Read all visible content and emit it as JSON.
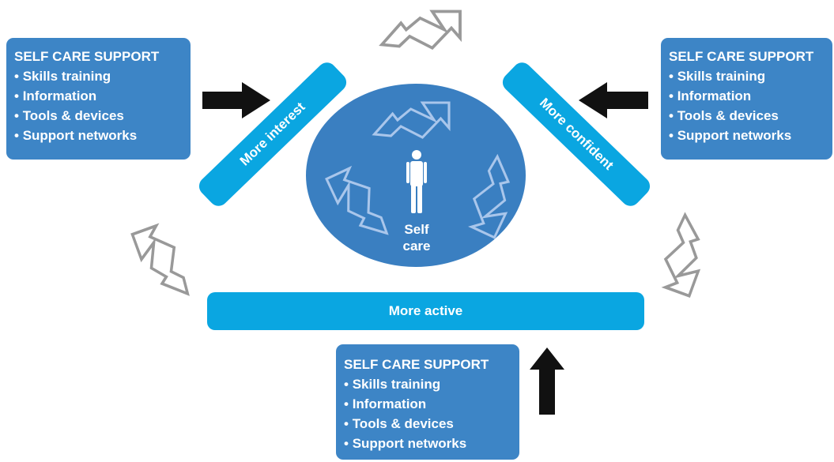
{
  "support_boxes": [
    {
      "heading": "SELF CARE SUPPORT",
      "items": [
        "Skills training",
        "Information",
        "Tools & devices",
        "Support networks"
      ]
    },
    {
      "heading": "SELF CARE SUPPORT",
      "items": [
        "Skills training",
        "Information",
        "Tools & devices",
        "Support networks"
      ]
    },
    {
      "heading": "SELF CARE SUPPORT",
      "items": [
        "Skills training",
        "Information",
        "Tools & devices",
        "Support networks"
      ]
    }
  ],
  "bars": {
    "left": "More interest",
    "right": "More confident",
    "bottom": "More active"
  },
  "center": {
    "line1": "Self",
    "line2": "care",
    "icon": "person-icon"
  },
  "colors": {
    "box_blue": "#3d85c6",
    "bar_cyan": "#0aa6e1",
    "ellipse_blue": "#3a7fc1",
    "grey_arrow": "#999999",
    "black_arrow": "#111111"
  }
}
